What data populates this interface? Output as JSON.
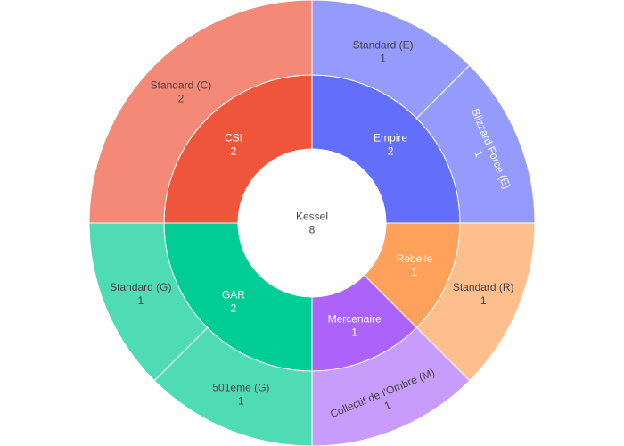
{
  "chart_data": {
    "type": "sunburst",
    "root": {
      "label": "Kessel",
      "value": 8
    },
    "nodes": [
      {
        "id": "empire",
        "label": "Empire",
        "value": 2,
        "parent": "root",
        "color": "#636efa"
      },
      {
        "id": "rebelle",
        "label": "Rebelle",
        "value": 1,
        "parent": "root",
        "color": "#ffa15a"
      },
      {
        "id": "mercenaire",
        "label": "Mercenaire",
        "value": 1,
        "parent": "root",
        "color": "#ab63fa"
      },
      {
        "id": "gar",
        "label": "GAR",
        "value": 2,
        "parent": "root",
        "color": "#00cc96"
      },
      {
        "id": "csi",
        "label": "CSI",
        "value": 2,
        "parent": "root",
        "color": "#ef553b"
      },
      {
        "id": "std-e",
        "label": "Standard (E)",
        "value": 1,
        "parent": "empire",
        "color": "#959bfc"
      },
      {
        "id": "blizzard-e",
        "label": "Blizzard Force (E)",
        "value": 1,
        "parent": "empire",
        "color": "#959bfc"
      },
      {
        "id": "std-r",
        "label": "Standard (R)",
        "value": 1,
        "parent": "rebelle",
        "color": "#ffbe8d"
      },
      {
        "id": "collectif-m",
        "label": "Collectif de l'Ombre (M)",
        "value": 1,
        "parent": "mercenaire",
        "color": "#c89cfc"
      },
      {
        "id": "501-g",
        "label": "501eme (G)",
        "value": 1,
        "parent": "gar",
        "color": "#4fdcb5"
      },
      {
        "id": "std-g",
        "label": "Standard (G)",
        "value": 1,
        "parent": "gar",
        "color": "#4fdcb5"
      },
      {
        "id": "std-c",
        "label": "Standard (C)",
        "value": 2,
        "parent": "csi",
        "color": "#f48978"
      }
    ]
  }
}
